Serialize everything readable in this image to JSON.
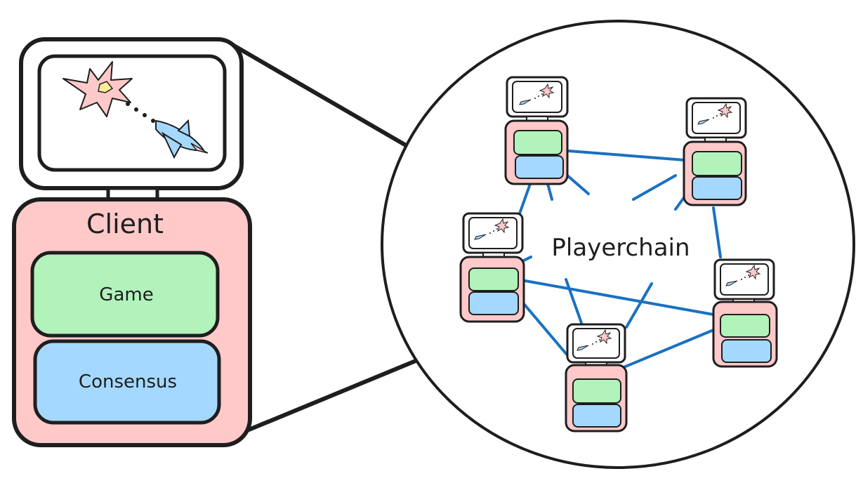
{
  "client": {
    "title": "Client",
    "game_label": "Game",
    "consensus_label": "Consensus"
  },
  "network": {
    "label": "Playerchain",
    "node_count": 5
  },
  "colors": {
    "client_fill": "#ffc9c9",
    "game_fill": "#b2f2bb",
    "consensus_fill": "#a5d8ff",
    "link": "#1971c2",
    "stroke": "#1e1e1e",
    "explosion": "#ffc9c9",
    "explosion_core": "#ffec99",
    "rocket": "#a5d8ff"
  },
  "icons": [
    "explosion-icon",
    "rocket-icon",
    "trajectory-dots"
  ]
}
